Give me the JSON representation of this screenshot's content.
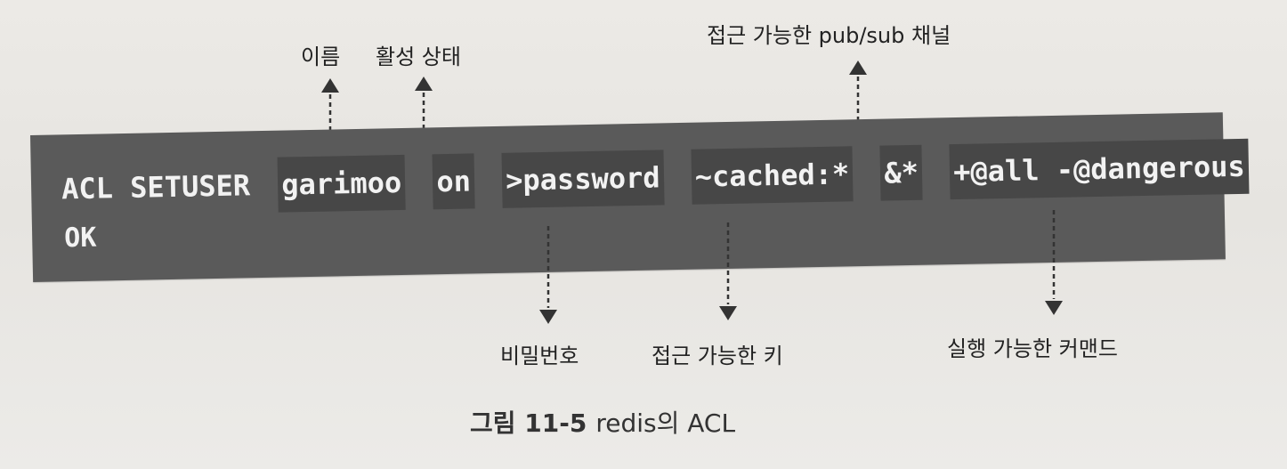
{
  "command": {
    "tokens": [
      "ACL SETUSER",
      "garimoo",
      "on",
      ">password",
      "~cached:*",
      "&*",
      "+@all -@dangerous"
    ],
    "output": "OK"
  },
  "annotations": {
    "name": "이름",
    "active_state": "활성 상태",
    "pubsub_channel": "접근 가능한 pub/sub 채널",
    "password": "비밀번호",
    "accessible_keys": "접근 가능한 키",
    "executable_commands": "실행 가능한 커맨드"
  },
  "caption": {
    "number": "그림 11-5",
    "text": "redis의 ACL"
  }
}
